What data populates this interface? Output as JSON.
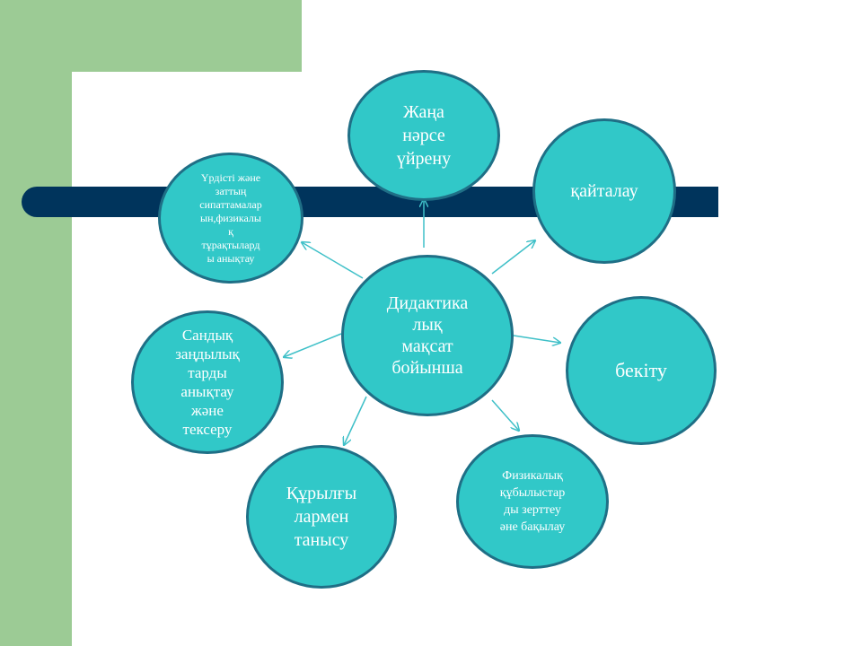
{
  "colors": {
    "green_frame": "#9ccb95",
    "navy_bar": "#00345c",
    "circle_fill": "#31c8c8",
    "circle_border": "#1f6f86",
    "arrow": "#3fc0c8",
    "text": "#ffffff"
  },
  "diagram": {
    "center": "Дидактика\nлық\nмақсат\nбойынша",
    "nodes": {
      "new_learning": "Жаңа\nнәрсе\nүйрену",
      "repetition": "қайталау",
      "consolidation": "бекіту",
      "physical_phenomena": "Физикалық\nқұбылыстар\nды  зерттеу\nәне бақылау",
      "devices": "Құрылғы\nлармен\nтанысу",
      "quantitative_laws": "Сандық\nзаңдылық\nтарды\nанықтау\nжәне\nтексеру",
      "process_description": "Үрдісті және\nзаттың\nсипаттамалар\nын,физикалы\nқ\nтұрақтылард\nы анықтау"
    }
  }
}
